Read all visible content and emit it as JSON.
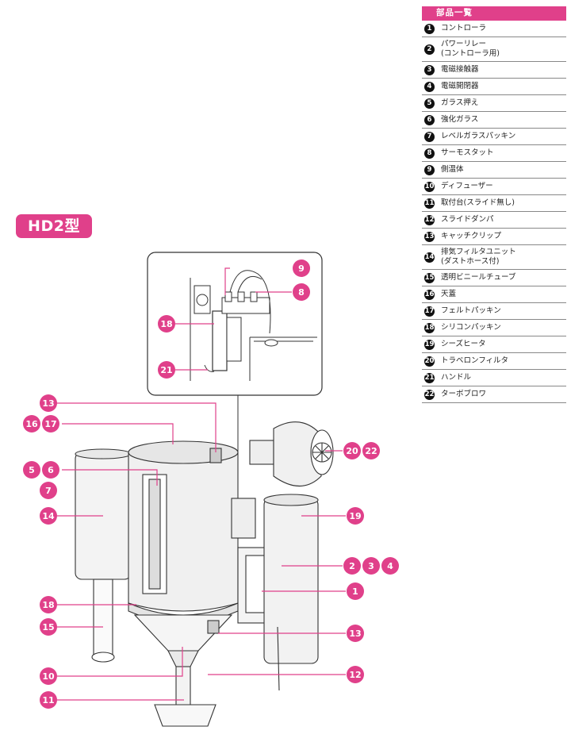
{
  "model_badge": "HD2型",
  "parts_table": {
    "title": "部品一覧",
    "items": [
      {
        "num": "1",
        "label": "コントローラ",
        "sub": ""
      },
      {
        "num": "2",
        "label": "パワーリレー",
        "sub": "(コントローラ用)"
      },
      {
        "num": "3",
        "label": "電磁接触器",
        "sub": ""
      },
      {
        "num": "4",
        "label": "電磁開閉器",
        "sub": ""
      },
      {
        "num": "5",
        "label": "ガラス押え",
        "sub": ""
      },
      {
        "num": "6",
        "label": "強化ガラス",
        "sub": ""
      },
      {
        "num": "7",
        "label": "レベルガラスパッキン",
        "sub": ""
      },
      {
        "num": "8",
        "label": "サーモスタット",
        "sub": ""
      },
      {
        "num": "9",
        "label": "側温体",
        "sub": ""
      },
      {
        "num": "10",
        "label": "ディフューザー",
        "sub": ""
      },
      {
        "num": "11",
        "label": "取付台(スライド無し)",
        "sub": ""
      },
      {
        "num": "12",
        "label": "スライドダンパ",
        "sub": ""
      },
      {
        "num": "13",
        "label": "キャッチクリップ",
        "sub": ""
      },
      {
        "num": "14",
        "label": "排気フィルタユニット",
        "sub": "(ダストホース付)"
      },
      {
        "num": "15",
        "label": "透明ビニールチューブ",
        "sub": ""
      },
      {
        "num": "16",
        "label": "天蓋",
        "sub": ""
      },
      {
        "num": "17",
        "label": "フェルトパッキン",
        "sub": ""
      },
      {
        "num": "18",
        "label": "シリコンパッキン",
        "sub": ""
      },
      {
        "num": "19",
        "label": "シーズヒータ",
        "sub": ""
      },
      {
        "num": "20",
        "label": "トラベロンフィルタ",
        "sub": ""
      },
      {
        "num": "21",
        "label": "ハンドル",
        "sub": ""
      },
      {
        "num": "22",
        "label": "ターボブロワ",
        "sub": ""
      }
    ]
  },
  "callouts": [
    "9",
    "8",
    "18",
    "21",
    "13",
    "16",
    "17",
    "5",
    "6",
    "7",
    "14",
    "18",
    "15",
    "10",
    "11",
    "20",
    "22",
    "19",
    "2",
    "3",
    "4",
    "1",
    "13",
    "12"
  ],
  "colors": {
    "accent": "#e0408a",
    "line": "#333333",
    "number_bg": "#111111"
  }
}
